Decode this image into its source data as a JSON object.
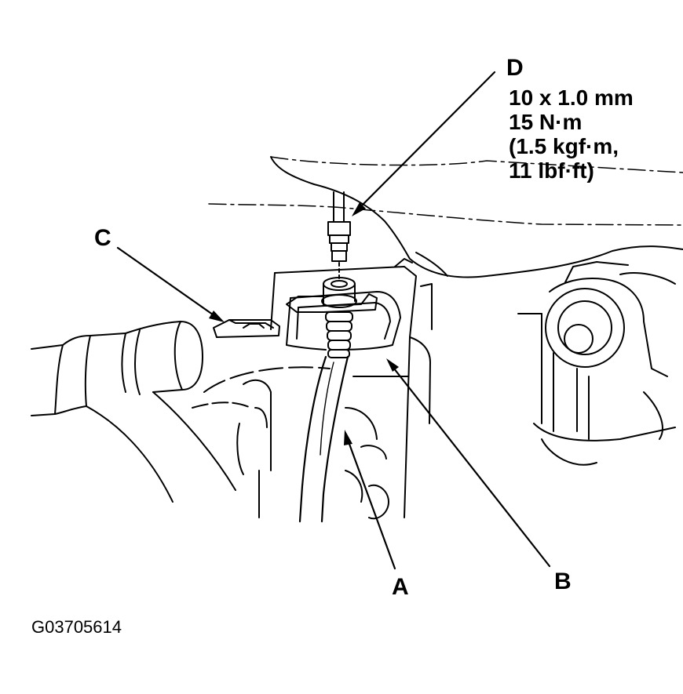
{
  "callouts": {
    "a": "A",
    "b": "B",
    "c": "C",
    "d": "D"
  },
  "torque_spec": {
    "bolt": "10 x 1.0 mm",
    "torque_nm": "15 N·m",
    "torque_kgf": "(1.5 kgf·m,",
    "torque_lbf": "11 lbf·ft)"
  },
  "figure_id": "G03705614",
  "colors": {
    "line": "#000000",
    "background": "#ffffff"
  }
}
